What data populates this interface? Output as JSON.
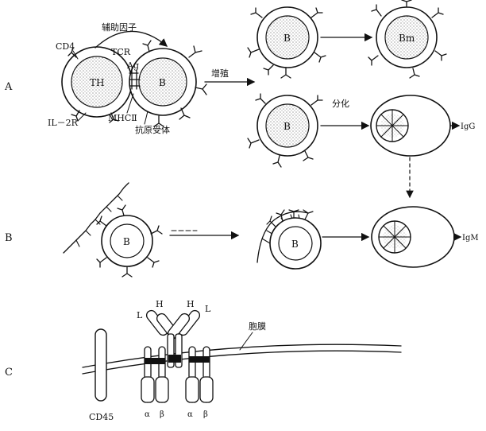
{
  "panel_labels": {
    "a": "A",
    "b": "B",
    "c": "C"
  },
  "part_a": {
    "helper_factor": "辅助因子",
    "tcr": "TCR",
    "cd4": "CD4",
    "ag": "Ag",
    "il2r": "IL－2R",
    "mhc": "MHCⅡ",
    "antigen_receptor": "抗原受体",
    "th_cell": "TH",
    "b_cell": "B",
    "proliferation": "增殖",
    "differentiation": "分化",
    "b_cell_top": "B",
    "memory_cell": "Bm",
    "b_cell_mid": "B",
    "igg": "IgG"
  },
  "part_b": {
    "b_cell_left": "B",
    "b_cell_right": "B",
    "igm": "IgM"
  },
  "part_c": {
    "heavy_left": "H",
    "heavy_right": "H",
    "light_left": "L",
    "light_right": "L",
    "membrane": "胞膜",
    "alpha_left": "α",
    "beta_left": "β",
    "alpha_right": "α",
    "beta_right": "β",
    "cd45": "CD45"
  }
}
